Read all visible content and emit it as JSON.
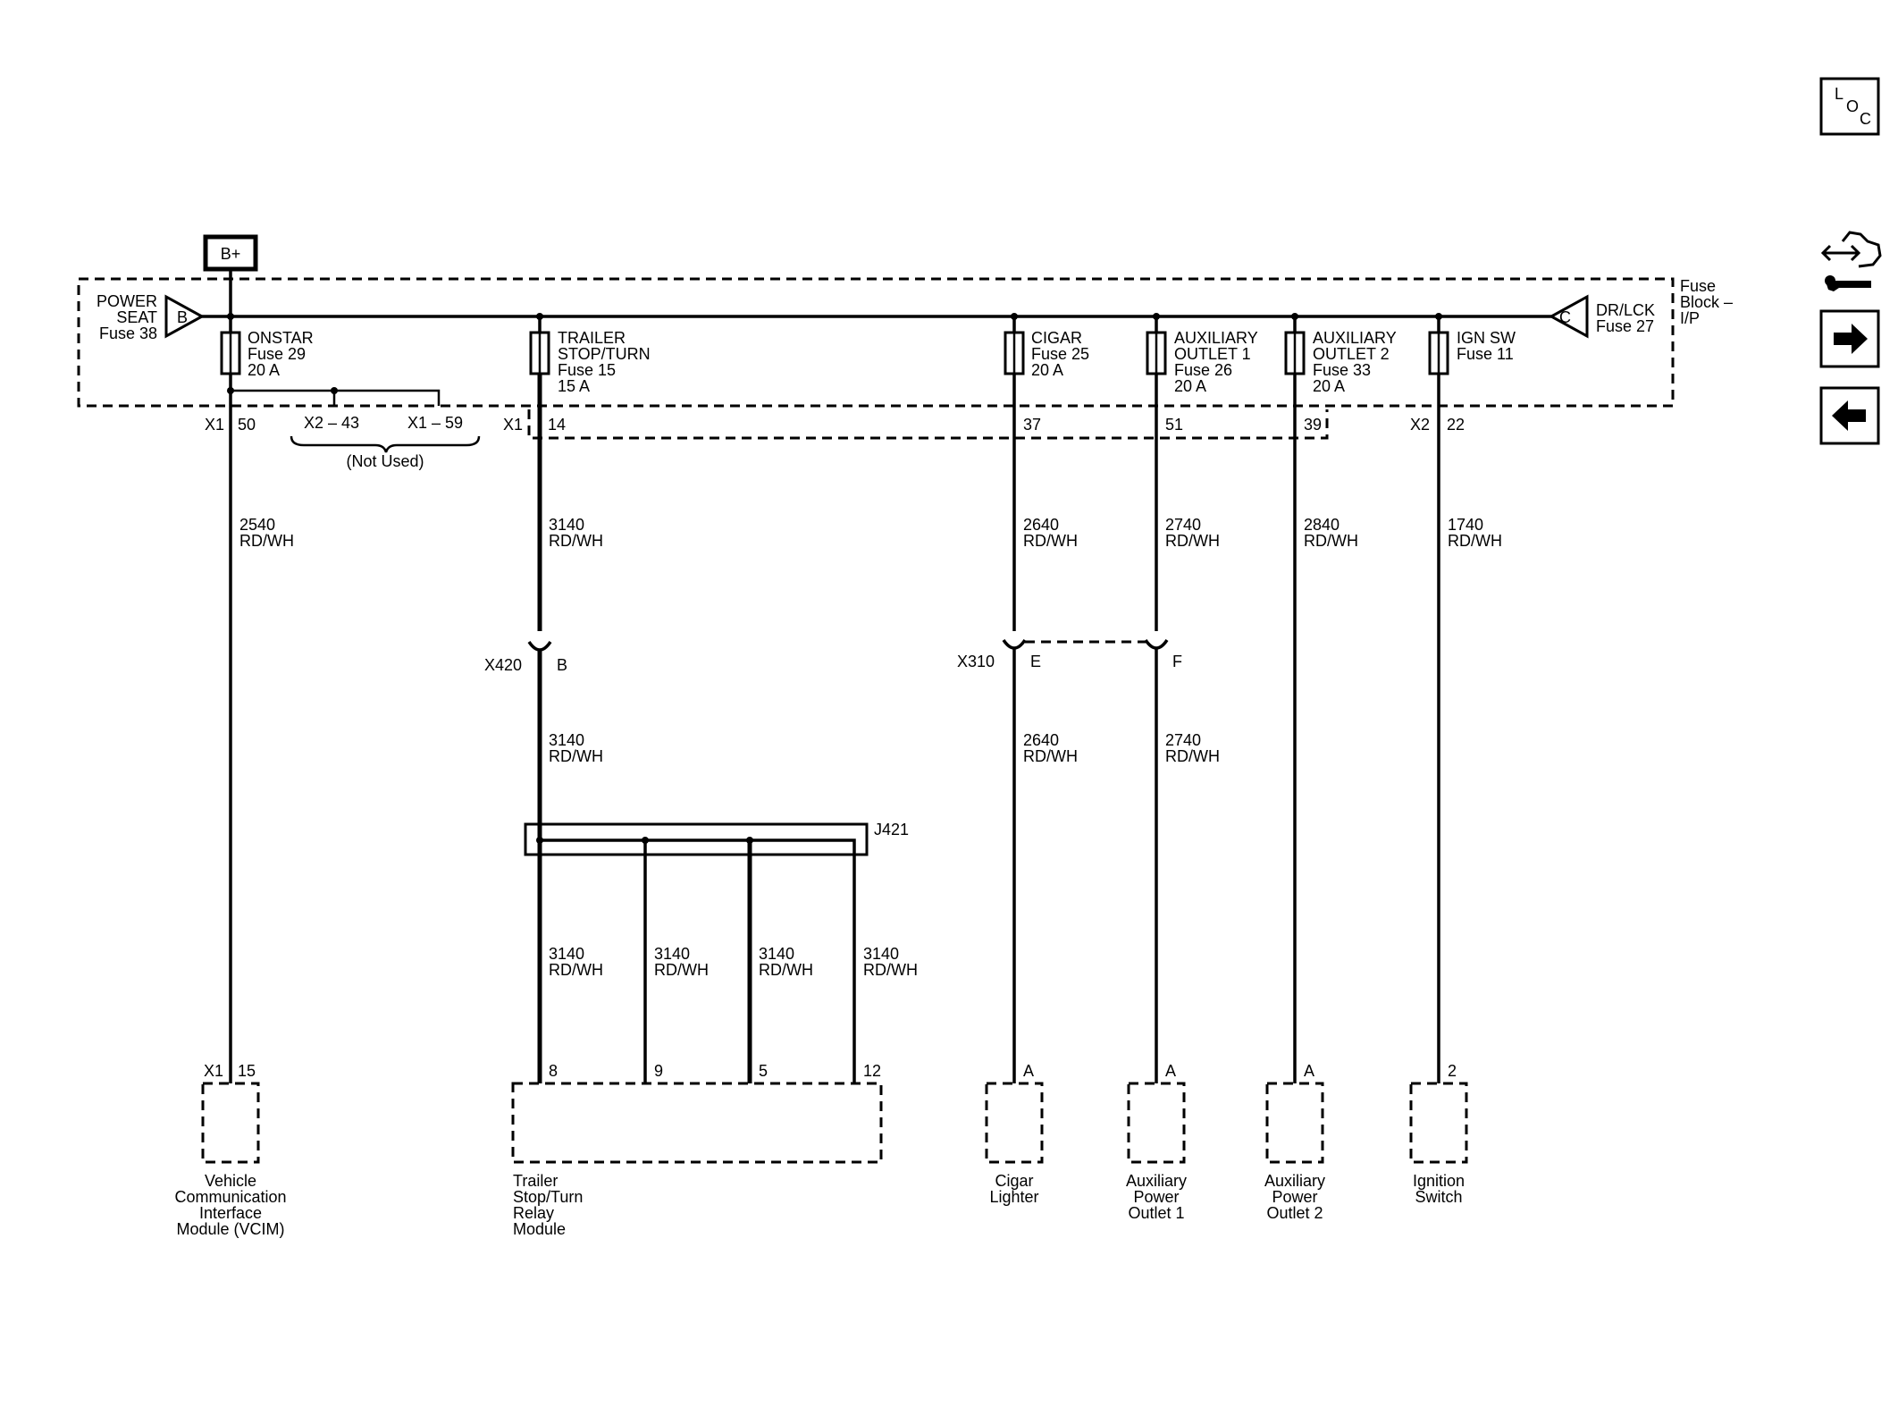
{
  "battery": {
    "label": "B+"
  },
  "fuse_block": {
    "title_lines": [
      "Fuse",
      "Block –",
      "I/P"
    ]
  },
  "left_feed": {
    "lines": [
      "POWER",
      "SEAT",
      "Fuse 38"
    ],
    "arrow_letter": "B"
  },
  "right_feed": {
    "lines": [
      "DR/LCK",
      "Fuse 27"
    ],
    "arrow_letter": "C"
  },
  "fuses": [
    {
      "lines": [
        "ONSTAR",
        "Fuse 29",
        "20 A"
      ]
    },
    {
      "lines": [
        "TRAILER",
        "STOP/TURN",
        "Fuse 15",
        "15 A"
      ]
    },
    {
      "lines": [
        "CIGAR",
        "Fuse 25",
        "20 A"
      ]
    },
    {
      "lines": [
        "AUXILIARY",
        "OUTLET 1",
        "Fuse 26",
        "20 A"
      ]
    },
    {
      "lines": [
        "AUXILIARY",
        "OUTLET 2",
        "Fuse 33",
        "20 A"
      ]
    },
    {
      "lines": [
        "IGN SW",
        "Fuse 11"
      ]
    }
  ],
  "fuse_block_pins": {
    "x1_label_a": "X1",
    "pin_50": "50",
    "unused_a": "X2 – 43",
    "unused_b": "X1 – 59",
    "not_used": "(Not Used)",
    "x1_label_b": "X1",
    "pin_14": "14",
    "pin_37": "37",
    "pin_51": "51",
    "pin_39": "39",
    "x2_label": "X2",
    "pin_22": "22"
  },
  "wires": {
    "vcim": [
      "2540",
      "RD/WH"
    ],
    "trailer_upper": [
      "3140",
      "RD/WH"
    ],
    "cigar_upper": [
      "2640",
      "RD/WH"
    ],
    "aux1_upper": [
      "2740",
      "RD/WH"
    ],
    "aux2": [
      "2840",
      "RD/WH"
    ],
    "ign": [
      "1740",
      "RD/WH"
    ],
    "trailer_mid": [
      "3140",
      "RD/WH"
    ],
    "cigar_lower": [
      "2640",
      "RD/WH"
    ],
    "aux1_lower": [
      "2740",
      "RD/WH"
    ],
    "splice_8": [
      "3140",
      "RD/WH"
    ],
    "splice_9": [
      "3140",
      "RD/WH"
    ],
    "splice_5": [
      "3140",
      "RD/WH"
    ],
    "splice_12": [
      "3140",
      "RD/WH"
    ]
  },
  "connectors": {
    "x420": {
      "name": "X420",
      "pin": "B"
    },
    "x310": {
      "name": "X310",
      "pin_e": "E",
      "pin_f": "F"
    },
    "j421": {
      "name": "J421"
    }
  },
  "component_pins": {
    "vcim_conn": "X1",
    "vcim_pin": "15",
    "relay_8": "8",
    "relay_9": "9",
    "relay_5": "5",
    "relay_12": "12",
    "cigar": "A",
    "aux1": "A",
    "aux2": "A",
    "ign": "2"
  },
  "components": {
    "vcim": [
      "Vehicle",
      "Communication",
      "Interface",
      "Module (VCIM)"
    ],
    "relay": [
      "Trailer",
      "Stop/Turn",
      "Relay",
      "Module"
    ],
    "cigar": [
      "Cigar",
      "Lighter"
    ],
    "aux1": [
      "Auxiliary",
      "Power",
      "Outlet 1"
    ],
    "aux2": [
      "Auxiliary",
      "Power",
      "Outlet 2"
    ],
    "ign": [
      "Ignition",
      "Switch"
    ]
  },
  "nav": {
    "loc_letters": [
      "L",
      "O",
      "C"
    ],
    "wrench_icon": "wiring-tools-icon",
    "next_icon": "arrow-right-icon",
    "prev_icon": "arrow-left-icon"
  }
}
